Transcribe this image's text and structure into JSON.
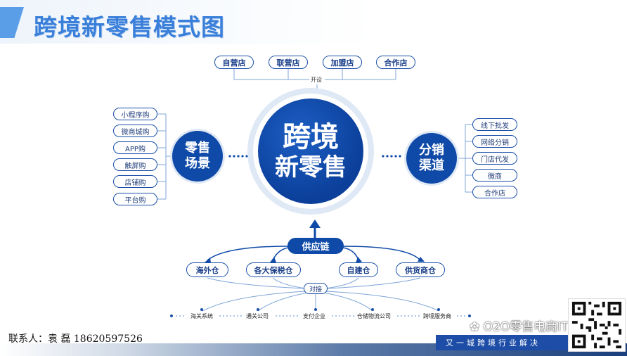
{
  "title": "跨境新零售模式图",
  "center": {
    "line1": "跨境",
    "line2": "新零售"
  },
  "store_types": [
    "自营店",
    "联营店",
    "加盟店",
    "合作店"
  ],
  "open_label": "开设",
  "retail": {
    "hub_line1": "零售",
    "hub_line2": "场景",
    "items": [
      "小程序购",
      "微商城购",
      "APP购",
      "触屏购",
      "店铺购",
      "平台购"
    ]
  },
  "distribution": {
    "hub_line1": "分销",
    "hub_line2": "渠道",
    "items": [
      "线下批发",
      "网络分销",
      "门店代发",
      "微商",
      "合作店"
    ]
  },
  "supply_chain": {
    "label": "供应链",
    "warehouses": [
      "海外仓",
      "各大保税仓",
      "自建仓",
      "供货商仓"
    ],
    "dock_label": "对接",
    "partners": [
      "海关系统",
      "通关公司",
      "支付企业",
      "仓储物流公司",
      "跨境服务商"
    ]
  },
  "contact": "联系人：袁 磊  18620597526",
  "footer_slogan": "又一城跨境行业解决",
  "watermark": "O2O零售电商IT",
  "colors": {
    "primary": "#0f4aa8",
    "accent": "#3a7fd9",
    "line": "#7fa6d8"
  }
}
